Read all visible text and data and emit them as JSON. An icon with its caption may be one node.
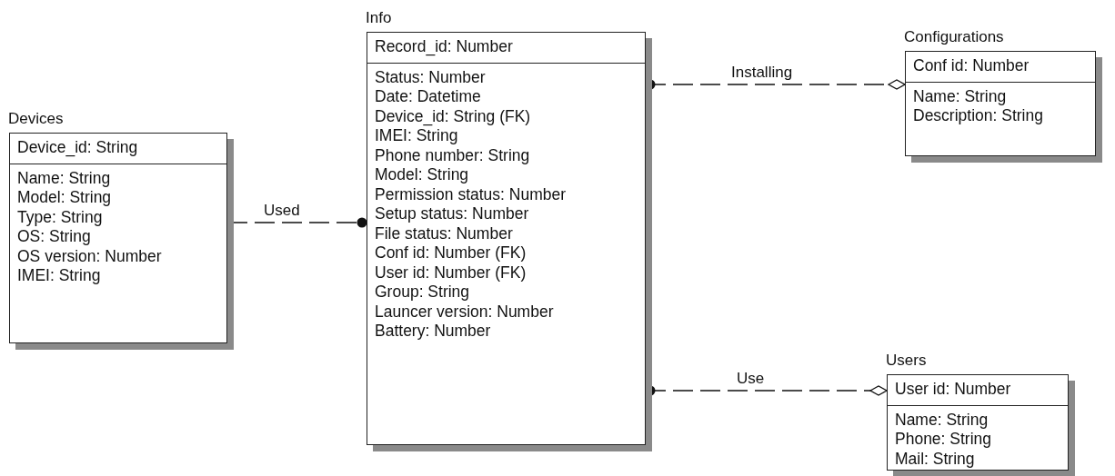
{
  "diagram": {
    "nodes": [
      {
        "text": [
          "Devices",
          "Device_id: String",
          "Name: String",
          "Model: String",
          "Type: String",
          "OS: String",
          "OS version: Number",
          "IMEI: String"
        ]
      },
      {
        "text": [
          "Info",
          "Record_id: Number",
          "Status: Number",
          "Date: Datetime",
          "Device_id: String (FK)",
          "IMEI: String",
          "Phone number: String",
          "Model: String",
          "Permission status: Number",
          "Setup status: Number",
          "File status: Number",
          "Conf id: Number (FK)",
          "User id: Number (FK)",
          "Group: String",
          "Launcer version: Number",
          "Battery: Number"
        ]
      },
      {
        "text": [
          "Configurations",
          "Conf id: Number",
          "Name: String",
          "Description: String"
        ]
      },
      {
        "text": [
          "Users",
          "User id: Number",
          "Name: String",
          "Phone: String",
          "Mail: String"
        ]
      }
    ],
    "edges": [
      {
        "from": 0,
        "to": 1,
        "arrow": "other",
        "label": "Used",
        "style": "dashed"
      },
      {
        "from": 1,
        "to": 2,
        "arrow": "other",
        "label": "Installing",
        "style": "dashed"
      },
      {
        "from": 1,
        "to": 3,
        "arrow": "other",
        "label": "Use",
        "style": "dashed"
      }
    ]
  }
}
